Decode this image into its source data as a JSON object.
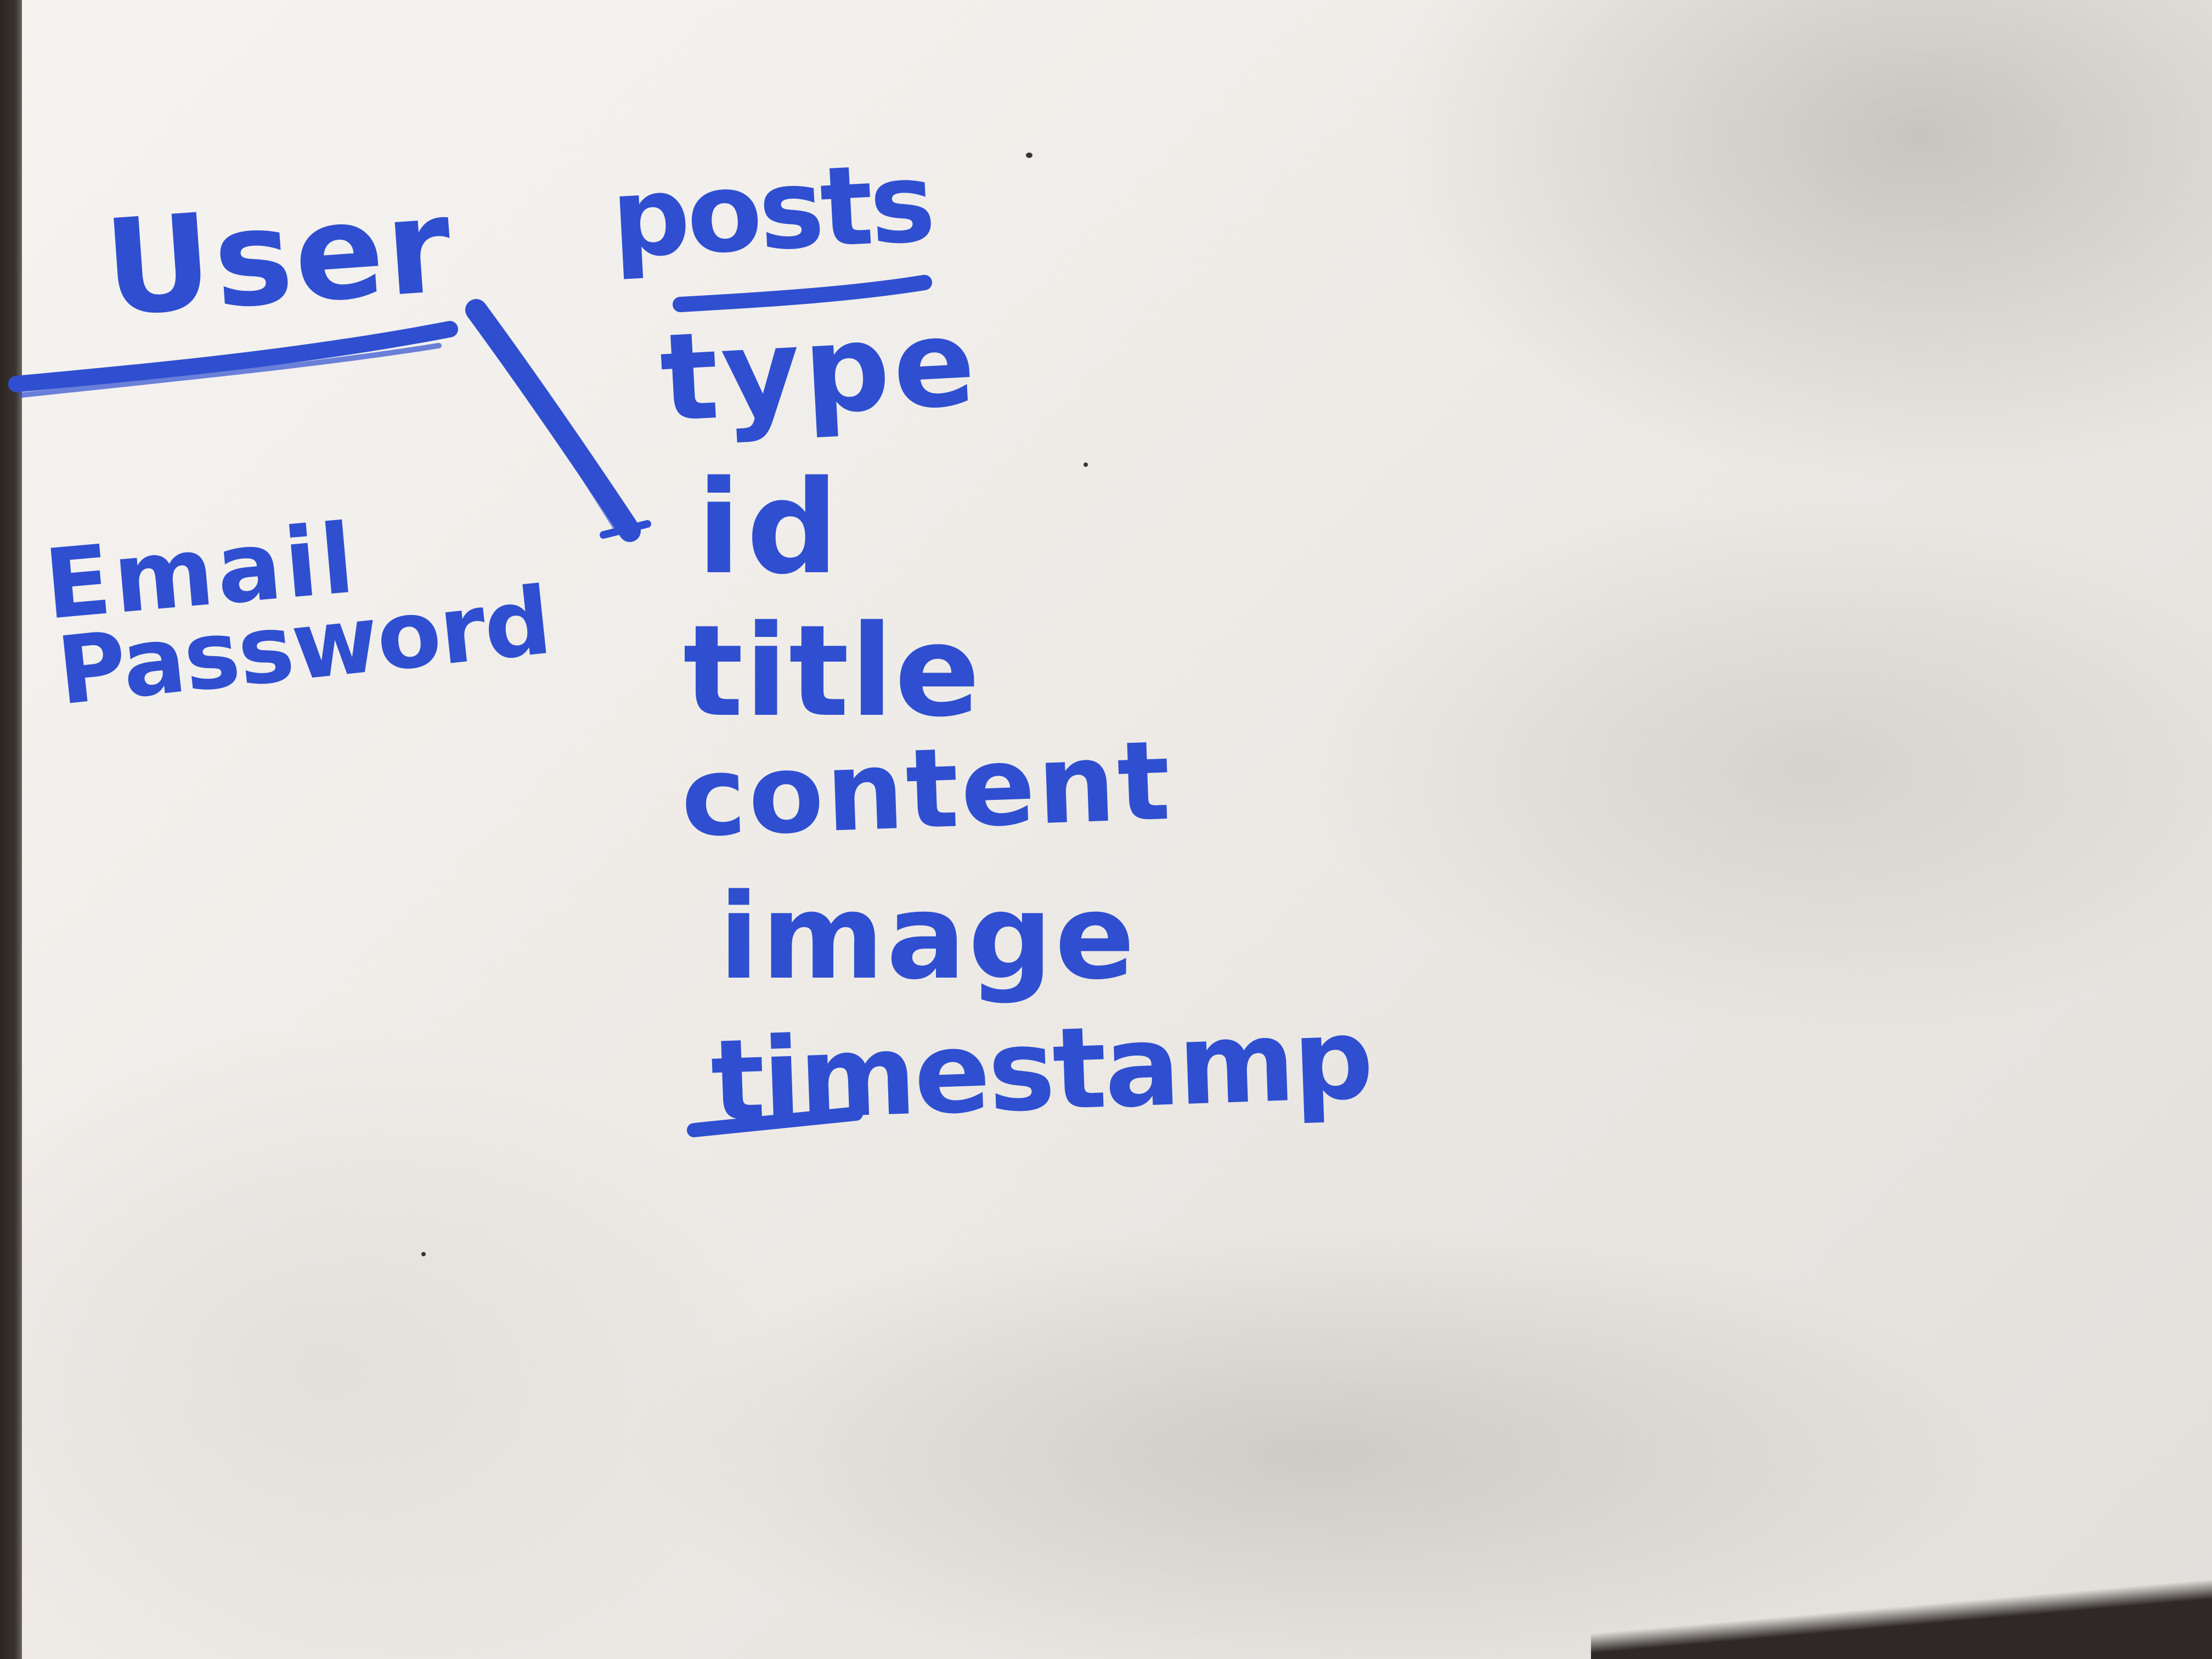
{
  "colors": {
    "marker": "#2f4fd0",
    "board": "#f2f0ed"
  },
  "diagram": {
    "entities": [
      {
        "name": "User",
        "fields": [
          "Email",
          "Password"
        ]
      },
      {
        "name": "posts",
        "fields": [
          "type",
          "id",
          "title",
          "content",
          "image",
          "timestamp"
        ]
      }
    ]
  }
}
